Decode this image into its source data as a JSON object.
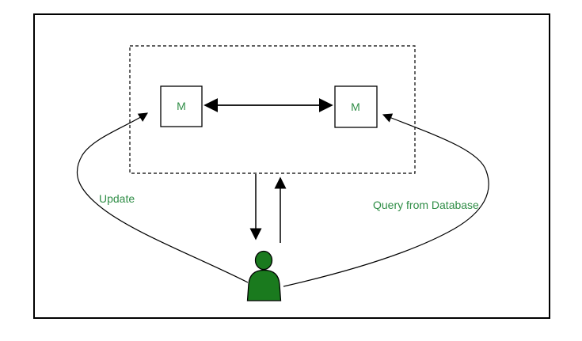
{
  "diagram": {
    "title": "replicated-models-user-query-diagram",
    "model_boxes": [
      {
        "label": "M"
      },
      {
        "label": "M"
      }
    ],
    "labels": {
      "update": "Update",
      "query_from_database": "Query from Database"
    },
    "icons": {
      "person_icon": "user-silhouette"
    },
    "arrows": [
      {
        "name": "model-sync-arrow",
        "type": "double-headed-horizontal"
      },
      {
        "name": "query-down-arrow",
        "type": "vertical-down"
      },
      {
        "name": "response-up-arrow",
        "type": "vertical-up"
      },
      {
        "name": "update-curve-arrow",
        "type": "curved-to-left-model"
      },
      {
        "name": "query-curve-arrow",
        "type": "curved-to-right-model"
      }
    ]
  },
  "colors": {
    "background": "#ffffff",
    "line": "#000000",
    "label_green": "#2f8d46",
    "person_green": "#1a7a1e"
  }
}
